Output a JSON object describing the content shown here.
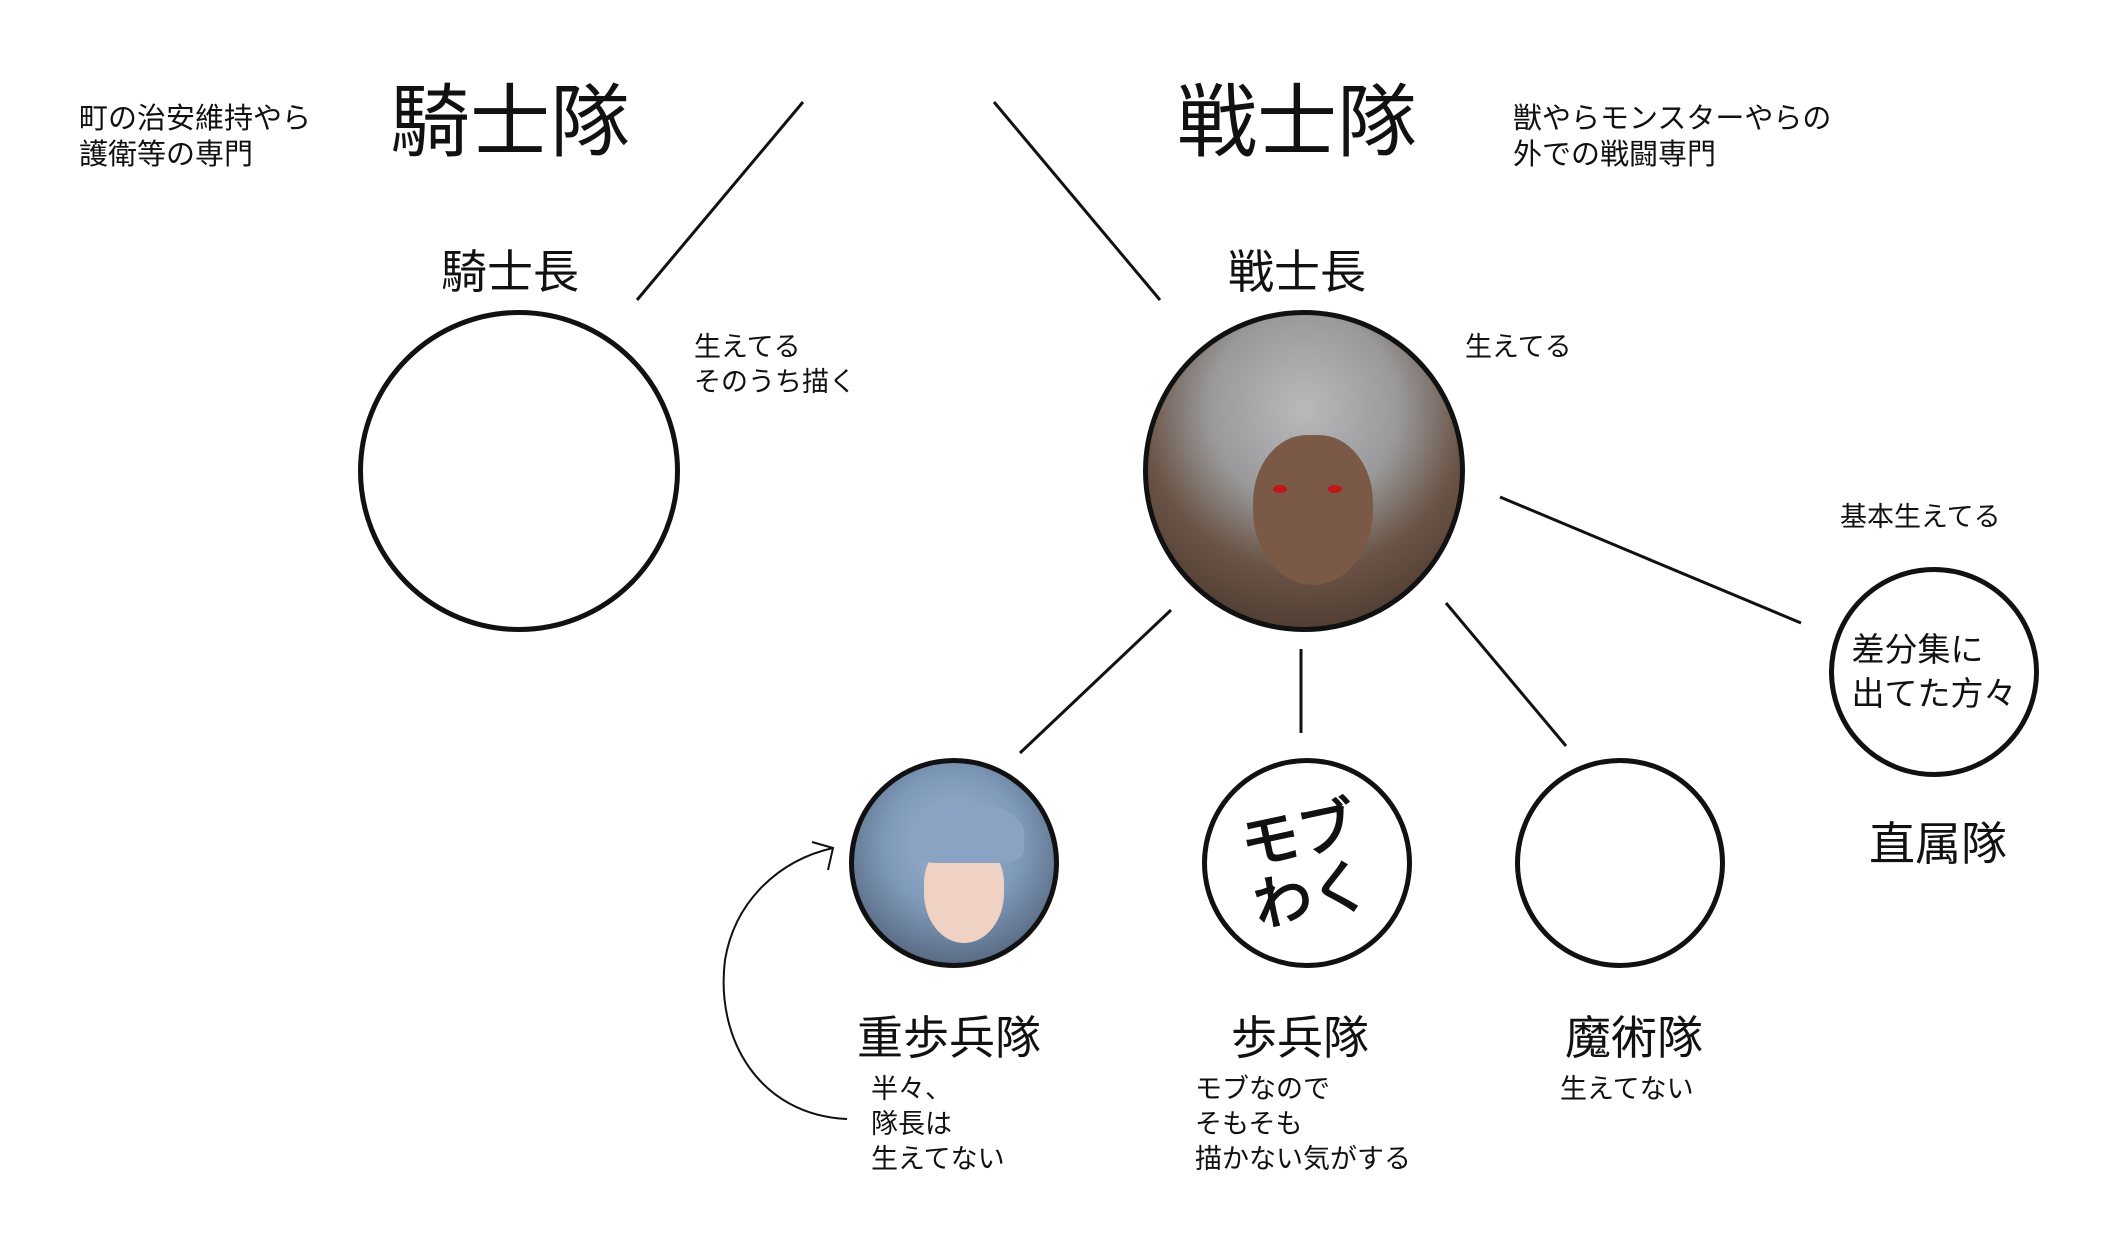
{
  "knights": {
    "title": "騎士隊",
    "description": "町の治安維持やら\n護衛等の専門",
    "leader_label": "騎士長",
    "leader_note": "生えてる\nそのうち描く"
  },
  "warriors": {
    "title": "戦士隊",
    "description": "獣やらモンスターやらの\n外での戦闘専門",
    "leader_label": "戦士長",
    "leader_note": "生えてる",
    "direct": {
      "note": "基本生えてる",
      "circle_text": "差分集に\n出てた方々",
      "label": "直属隊"
    },
    "units": [
      {
        "label": "重歩兵隊",
        "note": "半々、\n隊長は\n生えてない"
      },
      {
        "label": "歩兵隊",
        "note": "モブなので\nそもそも\n描かない気がする",
        "circle_text": "モブ\nわく"
      },
      {
        "label": "魔術隊",
        "note": "生えてない"
      }
    ]
  }
}
